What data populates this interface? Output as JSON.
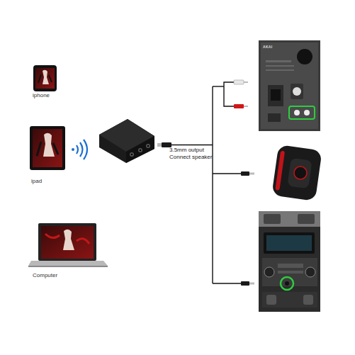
{
  "diagram": {
    "nodes": [
      {
        "text": [
          "iphone"
        ]
      },
      {
        "text": [
          "ipad"
        ]
      },
      {
        "text": [
          "Computer"
        ]
      }
    ],
    "labels": [
      "3.5mm output Connect speaker",
      "AKAI"
    ]
  }
}
